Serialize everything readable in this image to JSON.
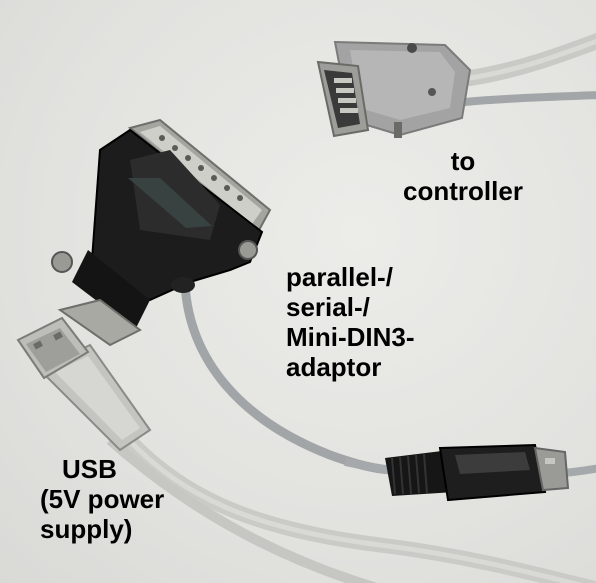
{
  "labels": {
    "controller": [
      "to",
      "controller"
    ],
    "adaptor": [
      "parallel-/",
      "serial-/",
      "Mini-DIN3-",
      "adaptor"
    ],
    "usb": [
      "USB",
      "(5V power",
      "supply)"
    ]
  },
  "colors": {
    "background": "#e4e4e1",
    "cable_grey": "#c8c8c4",
    "cable_dark": "#9a9c9e",
    "connector_black": "#1c1c1c",
    "metal": "#b8b8b4"
  }
}
